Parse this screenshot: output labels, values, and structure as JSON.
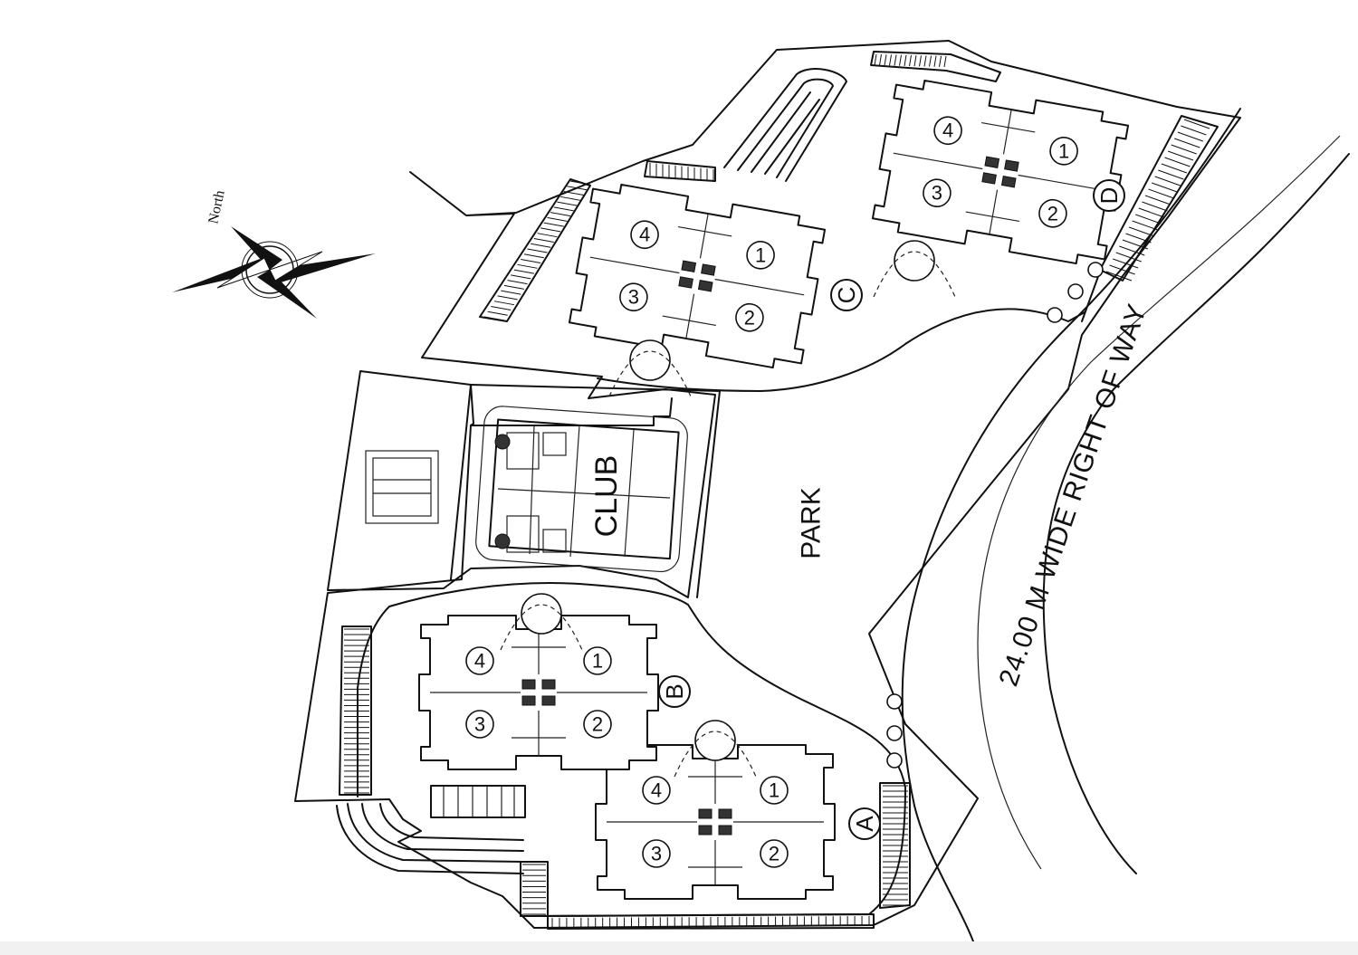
{
  "labels": {
    "north": "North",
    "park": "PARK",
    "club": "CLUB",
    "road": "24.00 M    WIDE    RIGHT    OF    WAY"
  },
  "towers": [
    {
      "letter": "A",
      "flats": [
        "1",
        "2",
        "3",
        "4"
      ]
    },
    {
      "letter": "B",
      "flats": [
        "1",
        "2",
        "3",
        "4"
      ]
    },
    {
      "letter": "C",
      "flats": [
        "1",
        "2",
        "3",
        "4"
      ]
    },
    {
      "letter": "D",
      "flats": [
        "1",
        "2",
        "3",
        "4"
      ]
    }
  ],
  "colors": {
    "line": "#111111",
    "background": "#ffffff"
  }
}
